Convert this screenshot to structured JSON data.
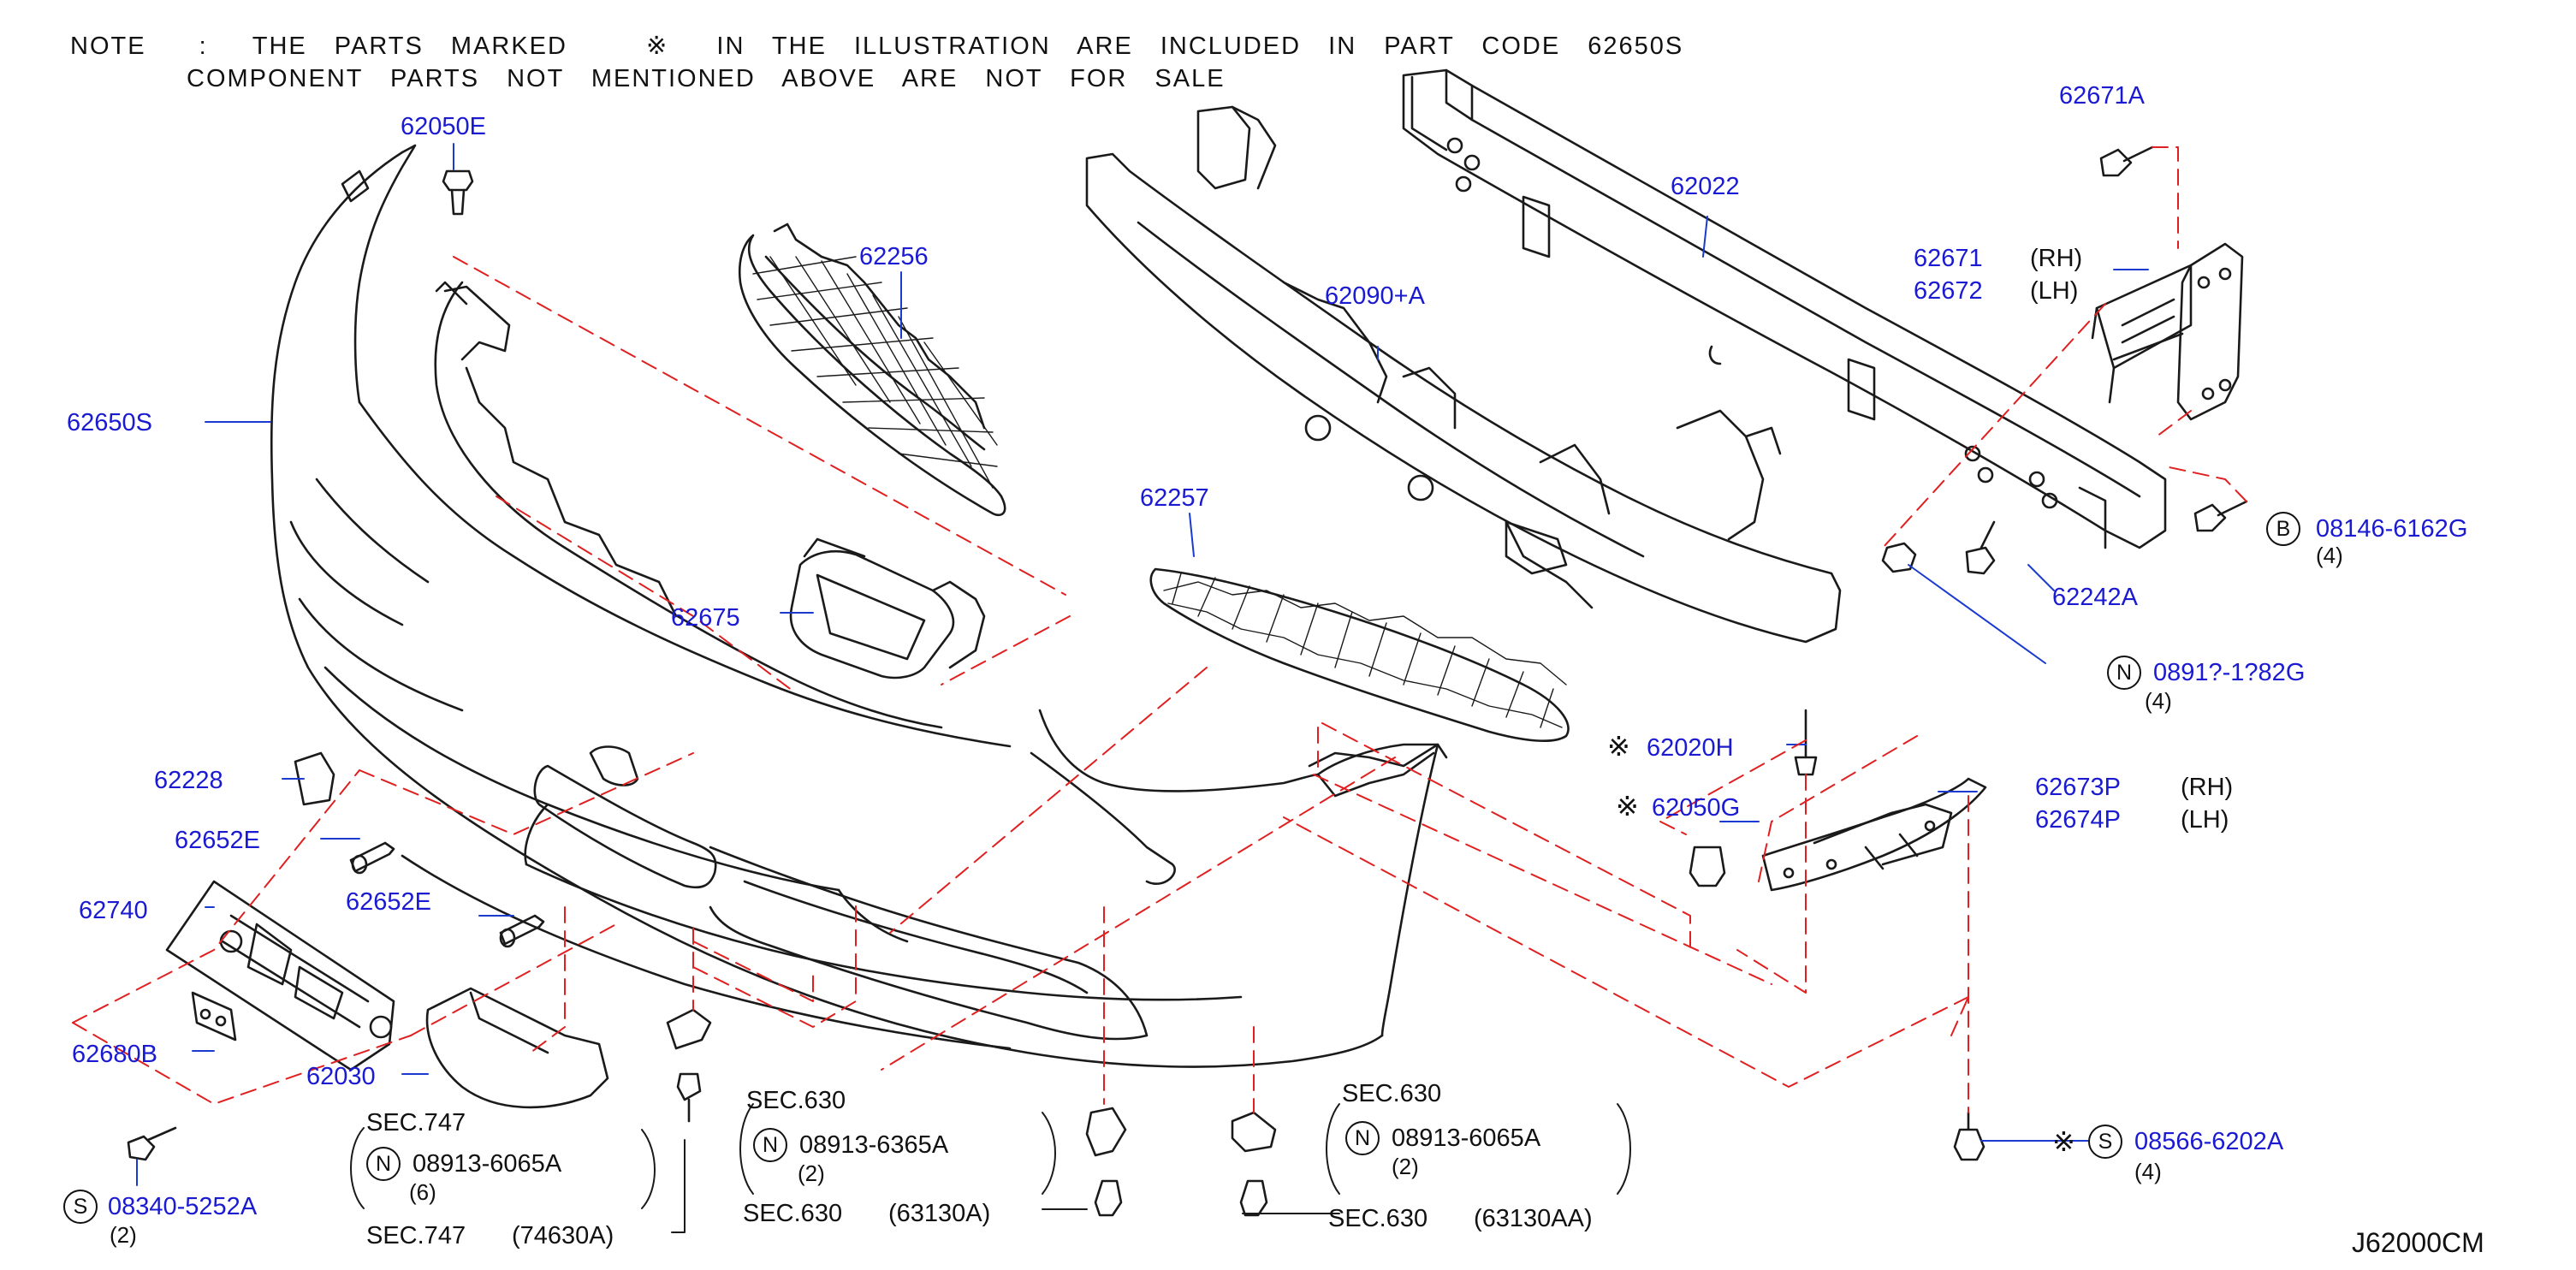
{
  "note": {
    "prefix": "NOTE",
    "line1": "THE PARTS MARKED",
    "line1_tail": "IN THE ILLUSTRATION ARE INCLUDED IN PART CODE 62650S",
    "line2": "COMPONENT PARTS NOT MENTIONED ABOVE ARE NOT FOR SALE",
    "mark_symbol": "※"
  },
  "diagram_code": "J62000CM",
  "colors": {
    "part_number": "#1a1ad0",
    "leader_dashed": "#e02020",
    "line_art": "#1a1a1a"
  },
  "parts": {
    "p62050E": "62050E",
    "p62650S": "62650S",
    "p62256": "62256",
    "p62090A": "62090+A",
    "p62022": "62022",
    "p62671A": "62671A",
    "p62671": "62671",
    "p62672": "62672",
    "rh": "(RH)",
    "lh": "(LH)",
    "p62257": "62257",
    "p62675": "62675",
    "p62242A": "62242A",
    "b_prefix": "B",
    "p08146": "08146-6162G",
    "qty4": "(4)",
    "n_prefix": "N",
    "p0891x": "0891?-1?82G",
    "p62020H": "62020H",
    "p62050G": "62050G",
    "p62673P": "62673P",
    "p62674P": "62674P",
    "p62228": "62228",
    "p62652E_a": "62652E",
    "p62652E_b": "62652E",
    "p62740": "62740",
    "p62680B": "62680B",
    "p62030": "62030",
    "s_prefix": "S",
    "p08340": "08340-5252A",
    "qty2": "(2)",
    "sec747_a": "SEC.747",
    "sec747_b": "SEC.747",
    "p08913_6065A_a": "08913-6065A",
    "qty6": "(6)",
    "p74630A": "(74630A)",
    "sec630_a": "SEC.630",
    "sec630_b": "SEC.630",
    "sec630_c": "SEC.630",
    "sec630_d": "SEC.630",
    "p08913_6365A": "08913-6365A",
    "p63130A": "(63130A)",
    "p08913_6065A_b": "08913-6065A",
    "p63130AA": "(63130AA)",
    "p08566": "08566-6202A"
  }
}
